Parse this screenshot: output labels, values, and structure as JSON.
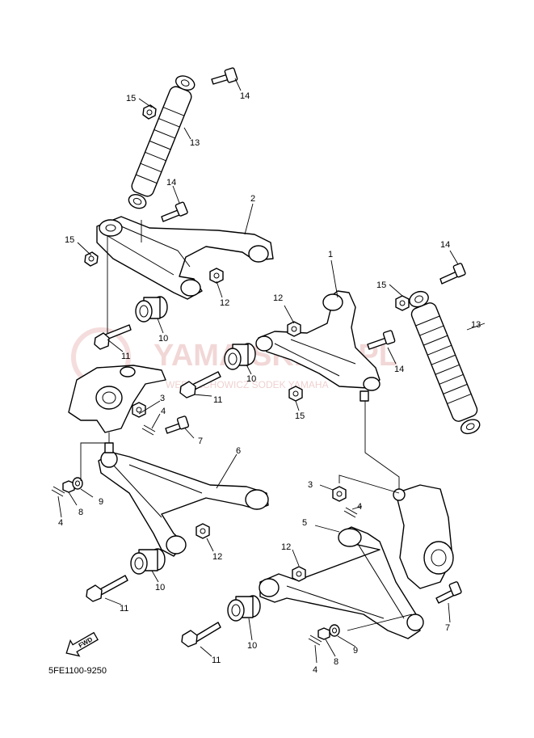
{
  "diagram": {
    "drawing_code": "5FE1100-9250",
    "fwd_label": "FWD",
    "watermark": {
      "main": "YAMA-SKLEP.PL",
      "sub": "WĘDLIECHOWICZ ŚODEK YAMAHA"
    },
    "callouts": {
      "c1": "1",
      "c2": "2",
      "c3a": "3",
      "c3b": "3",
      "c4a": "4",
      "c4b": "4",
      "c4c": "4",
      "c4d": "4",
      "c5": "5",
      "c6": "6",
      "c7a": "7",
      "c7b": "7",
      "c8a": "8",
      "c8b": "8",
      "c9a": "9",
      "c9b": "9",
      "c10a": "10",
      "c10b": "10",
      "c10c": "10",
      "c10d": "10",
      "c11a": "11",
      "c11b": "11",
      "c11c": "11",
      "c11d": "11",
      "c12a": "12",
      "c12b": "12",
      "c12c": "12",
      "c13a": "13",
      "c13b": "13",
      "c14a": "14",
      "c14b": "14",
      "c14c": "14",
      "c14d": "14",
      "c15a": "15",
      "c15b": "15",
      "c15c": "15",
      "c15d": "15"
    }
  }
}
